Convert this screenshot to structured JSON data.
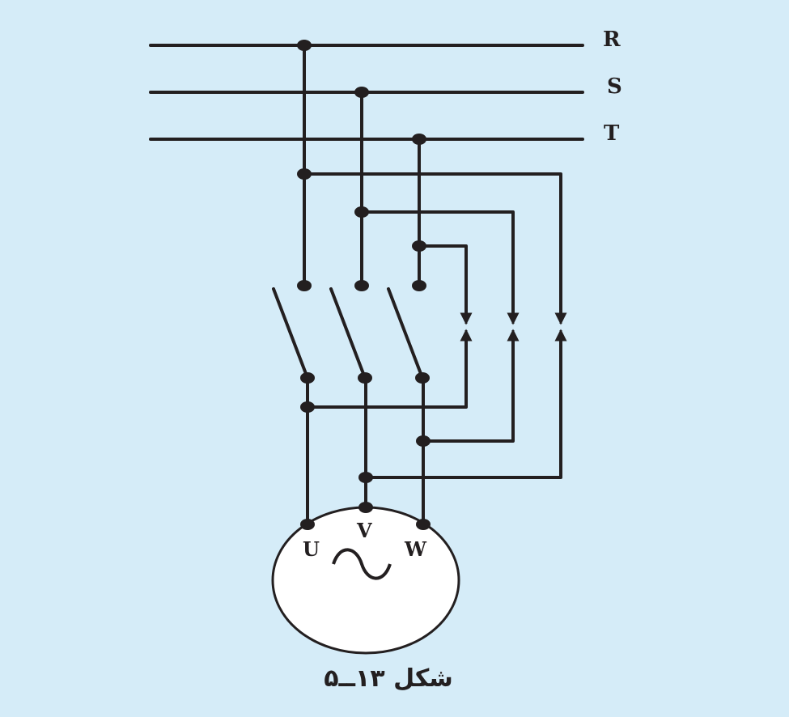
{
  "colors": {
    "background": "#d5ecf8",
    "ink": "#231f20",
    "motor_fill": "#ffffff"
  },
  "supply_lines": {
    "r": "R",
    "s": "S",
    "t": "T"
  },
  "motor": {
    "u": "U",
    "v": "V",
    "w": "W",
    "symbol": "ac-sine-icon"
  },
  "caption": "شکل ۱۳ــ۵"
}
